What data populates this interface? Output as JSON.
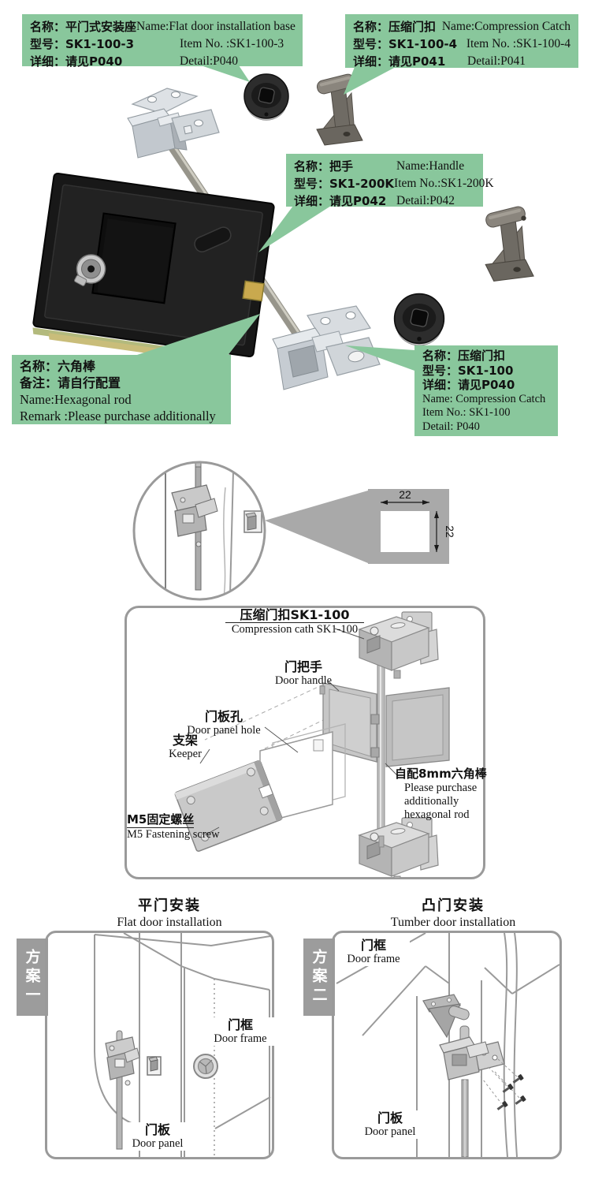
{
  "colors": {
    "callout_green": "#89c79c",
    "tab_gray": "#9c9c9c",
    "line_gray": "#9a9a9a",
    "fill_gray": "#a9a9a9"
  },
  "callouts": {
    "flat_base": {
      "name_cn": "名称：平门式安装座",
      "name_en": "Name:Flat door installation base",
      "model_cn": "型号：SK1-100-3",
      "model_en": "Item No. :SK1-100-3",
      "detail_cn": "详细：请见P040",
      "detail_en": "Detail:P040"
    },
    "catch_sk1_100_4": {
      "name_cn": "名称：压缩门扣",
      "name_en": "Name:Compression Catch",
      "model_cn": "型号：SK1-100-4",
      "model_en": "Item No. :SK1-100-4",
      "detail_cn": "详细：请见P041",
      "detail_en": "Detail:P041"
    },
    "handle": {
      "name_cn": "名称：把手",
      "name_en": "Name:Handle",
      "model_cn": "型号：SK1-200K",
      "model_en": "Item No.:SK1-200K",
      "detail_cn": "详细：请见P042",
      "detail_en": "Detail:P042"
    },
    "hex_rod": {
      "name_cn": "名称：六角棒",
      "remark_cn": "备注：请自行配置",
      "name_en": "Name:Hexagonal rod",
      "remark_en": "Remark :Please purchase additionally"
    },
    "catch_sk1_100": {
      "name_cn": "名称：压缩门扣",
      "model_cn": "型号：SK1-100",
      "detail_cn": "详细：请见P040",
      "name_en": "Name: Compression Catch",
      "model_en": "Item No.: SK1-100",
      "detail_en": "Detail: P040"
    }
  },
  "dimension_detail": {
    "width_mm": "22",
    "height_mm": "22"
  },
  "assembly": {
    "catch_cn": "压缩门扣SK1-100",
    "catch_en": "Compression cath SK1-100",
    "door_handle_cn": "门把手",
    "door_handle_en": "Door handle",
    "panel_hole_cn": "门板孔",
    "panel_hole_en": "Door panel hole",
    "keeper_cn": "支架",
    "keeper_en": "Keeper",
    "screw_cn": "M5固定螺丝",
    "screw_en": "M5 Fastening screw",
    "rod_cn": "自配8mm六角棒",
    "rod_en_line1": "Please purchase",
    "rod_en_line2": "additionally",
    "rod_en_line3": "hexagonal rod"
  },
  "installations": {
    "flat": {
      "title_cn": "平门安装",
      "title_en": "Flat door installation",
      "scheme": "方案一",
      "frame_cn": "门框",
      "frame_en": "Door frame",
      "panel_cn": "门板",
      "panel_en": "Door panel"
    },
    "tumber": {
      "title_cn": "凸门安装",
      "title_en": "Tumber door installation",
      "scheme": "方案二",
      "frame_cn": "门框",
      "frame_en": "Door frame",
      "panel_cn": "门板",
      "panel_en": "Door panel"
    }
  }
}
